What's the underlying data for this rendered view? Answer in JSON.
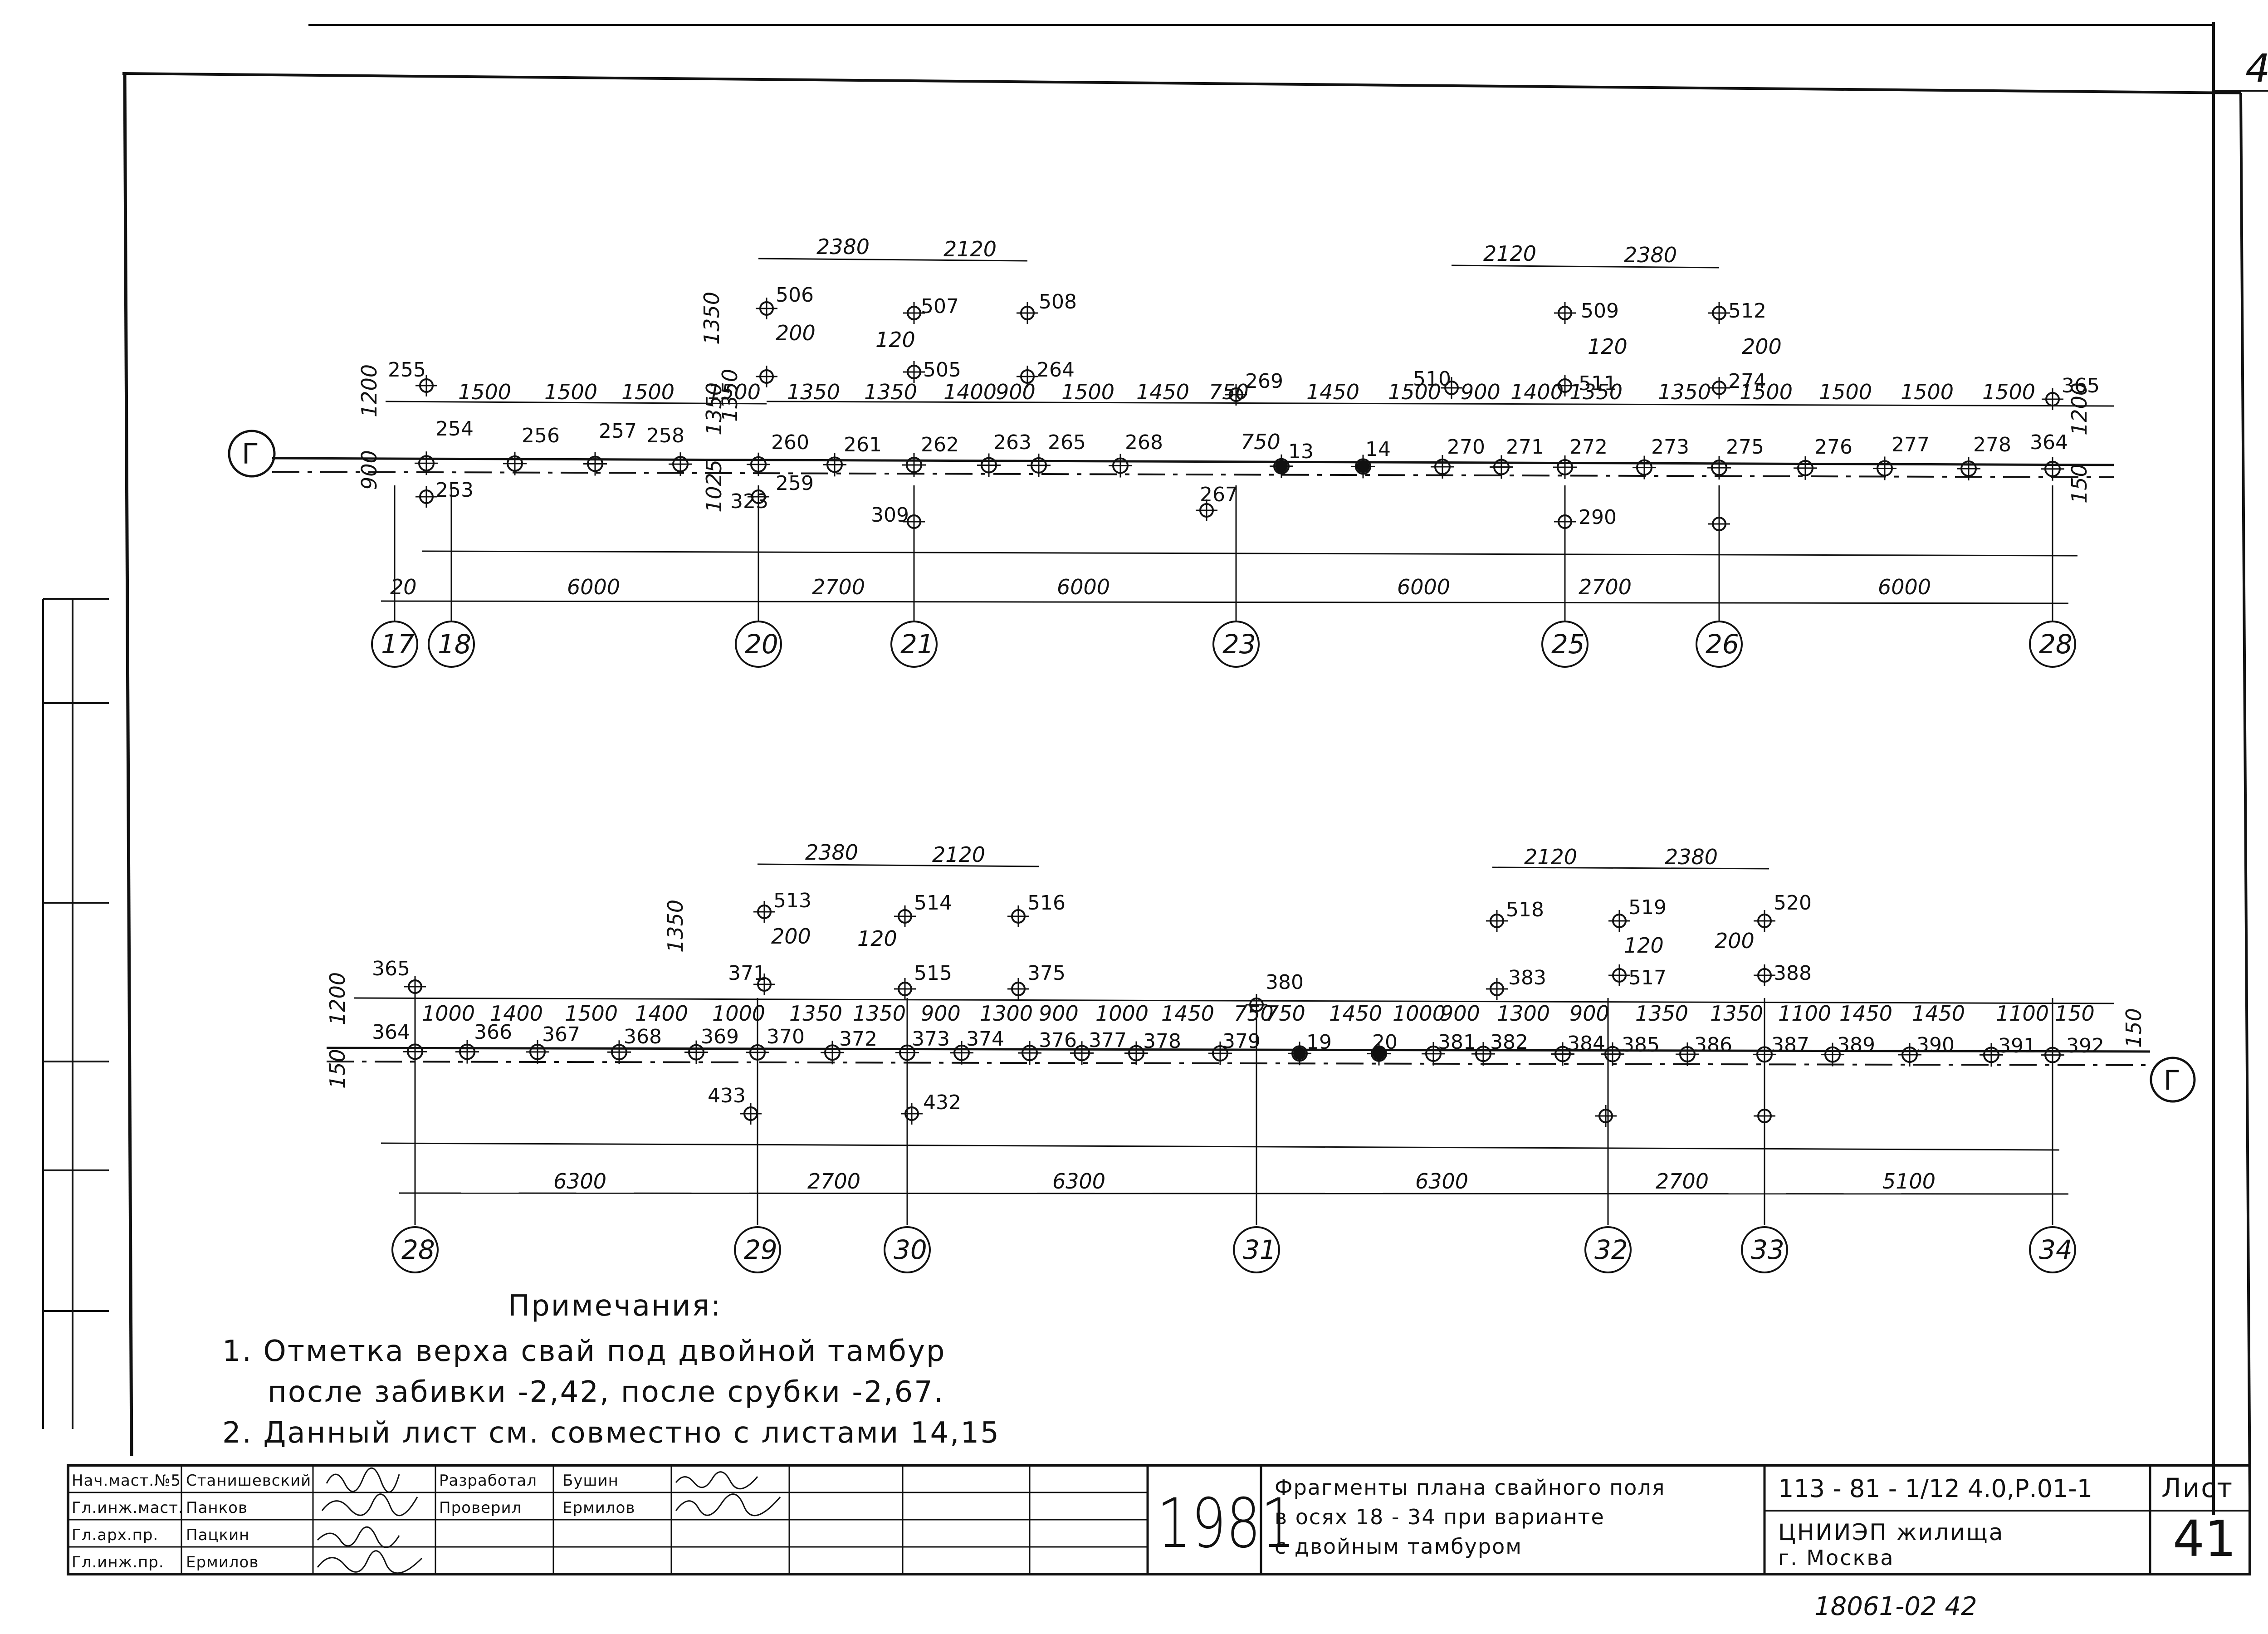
{
  "sheet_number": "42",
  "drawing": {
    "top_row": {
      "row_letter": "Г",
      "axes": [
        "17",
        "18",
        "20",
        "21",
        "23",
        "25",
        "26",
        "28"
      ],
      "axis_spacings": [
        "20",
        "6000",
        "2700",
        "6000",
        "6000",
        "2700",
        "6000"
      ],
      "pile_ids": [
        "254",
        "256",
        "257",
        "258",
        "260",
        "261",
        "262",
        "263",
        "265",
        "268",
        "13",
        "14",
        "270",
        "271",
        "272",
        "273",
        "275",
        "276",
        "277",
        "278",
        "364",
        "255",
        "253",
        "259",
        "506",
        "323",
        "505",
        "507",
        "309",
        "264",
        "508",
        "267",
        "269",
        "510",
        "509",
        "511",
        "290",
        "274",
        "512",
        "365"
      ],
      "spacings": [
        "1500",
        "1500",
        "1500",
        "1500",
        "1350",
        "1350",
        "1400",
        "900",
        "1500",
        "1450",
        "750",
        "750",
        "1450",
        "1500",
        "900",
        "1400",
        "1350",
        "1350",
        "1500",
        "1500",
        "1500",
        "1500"
      ],
      "top_dims": [
        "2380",
        "2120",
        "2120",
        "2380"
      ],
      "vertical_dims": [
        "1200",
        "900",
        "1350",
        "1350",
        "1025",
        "1350",
        "1200",
        "150"
      ],
      "small_dims": [
        "200",
        "120",
        "120",
        "200"
      ]
    },
    "bottom_row": {
      "row_letter": "Г",
      "axes": [
        "28",
        "29",
        "30",
        "31",
        "32",
        "33",
        "34"
      ],
      "axis_spacings": [
        "6300",
        "2700",
        "6300",
        "6300",
        "2700",
        "5100"
      ],
      "pile_ids": [
        "364",
        "366",
        "367",
        "368",
        "369",
        "370",
        "372",
        "373",
        "374",
        "376",
        "377",
        "378",
        "379",
        "19",
        "20",
        "381",
        "382",
        "384",
        "385",
        "386",
        "387",
        "389",
        "390",
        "391",
        "392",
        "365",
        "371",
        "513",
        "433",
        "514",
        "515",
        "432",
        "516",
        "375",
        "380",
        "518",
        "383",
        "519",
        "517",
        "520",
        "388"
      ],
      "spacings": [
        "1000",
        "1400",
        "1500",
        "1400",
        "1000",
        "1350",
        "1350",
        "900",
        "1300",
        "900",
        "1000",
        "1450",
        "750",
        "750",
        "1450",
        "1000",
        "900",
        "1300",
        "900",
        "1350",
        "1350",
        "1100",
        "1450",
        "1450",
        "1100",
        "150"
      ],
      "top_dims": [
        "2380",
        "2120",
        "2120",
        "2380"
      ],
      "vertical_dims": [
        "1200",
        "150",
        "1350",
        "150"
      ],
      "small_dims": [
        "200",
        "120",
        "120",
        "200"
      ]
    }
  },
  "notes": {
    "title": "Примечания:",
    "line1": "1. Отметка верха свай под двойной тамбур",
    "line2": "после забивки  -2,42, после срубки -2,67.",
    "line3": "2. Данный лист см. совместно с листами 14,15"
  },
  "title_block": {
    "roles": [
      "Нач.маст.№5",
      "Гл.инж.маст.",
      "Гл.арх.пр.",
      "Гл.инж.пр."
    ],
    "names": [
      "Станишевский",
      "Панков",
      "Пацкин",
      "Ермилов"
    ],
    "dev_labels": [
      "Разработал",
      "Проверил"
    ],
    "dev_names": [
      "Бушин",
      "Ермилов"
    ],
    "year": "1981",
    "title_lines": [
      "Фрагменты плана свайного поля",
      "в осях 18 - 34 при варианте",
      "с двойным тамбуром"
    ],
    "code": "113 - 81 - 1/12  4.0,Р.01-1",
    "org_line1": "ЦНИИЭП жилища",
    "org_line2": "г. Москва",
    "sheet_label": "Лист",
    "sheet_value": "41"
  },
  "inventory": "18061-02  42"
}
